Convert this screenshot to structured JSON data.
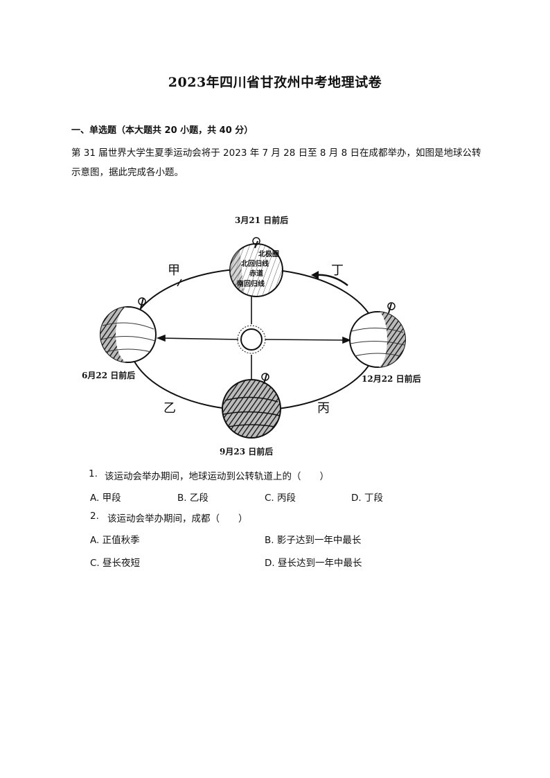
{
  "title": "2023年四川省甘孜州中考地理试卷",
  "section_heading": "一、单选题（本大题共 20 小题，共 40 分）",
  "intro": "第 31 届世界大学生夏季运动会将于 2023 年 7 月 28 日至 8 月 8 日在成都举办，如图是地球公转示意图，据此完成各小题。",
  "diagram": {
    "labels": {
      "march": "3月21 日前后",
      "june": "6月22 日前后",
      "september": "9月23 日前后",
      "december": "12月22 日前后"
    },
    "segments": {
      "jia": "甲",
      "yi": "乙",
      "bing": "丙",
      "ding": "丁"
    },
    "globe_labels": [
      "北极圈",
      "北回归线",
      "赤道",
      "南回归线"
    ]
  },
  "questions": [
    {
      "number": "1.",
      "text": "该运动会举办期间，地球运动到公转轨道上的（　　）",
      "options": [
        "A. 甲段",
        "B. 乙段",
        "C. 丙段",
        "D. 丁段"
      ]
    },
    {
      "number": "2.",
      "text": "该运动会举办期间，成都（　　）",
      "options": [
        "A. 正值秋季",
        "B. 影子达到一年中最长",
        "C. 昼长夜短",
        "D. 昼长达到一年中最长"
      ]
    }
  ]
}
